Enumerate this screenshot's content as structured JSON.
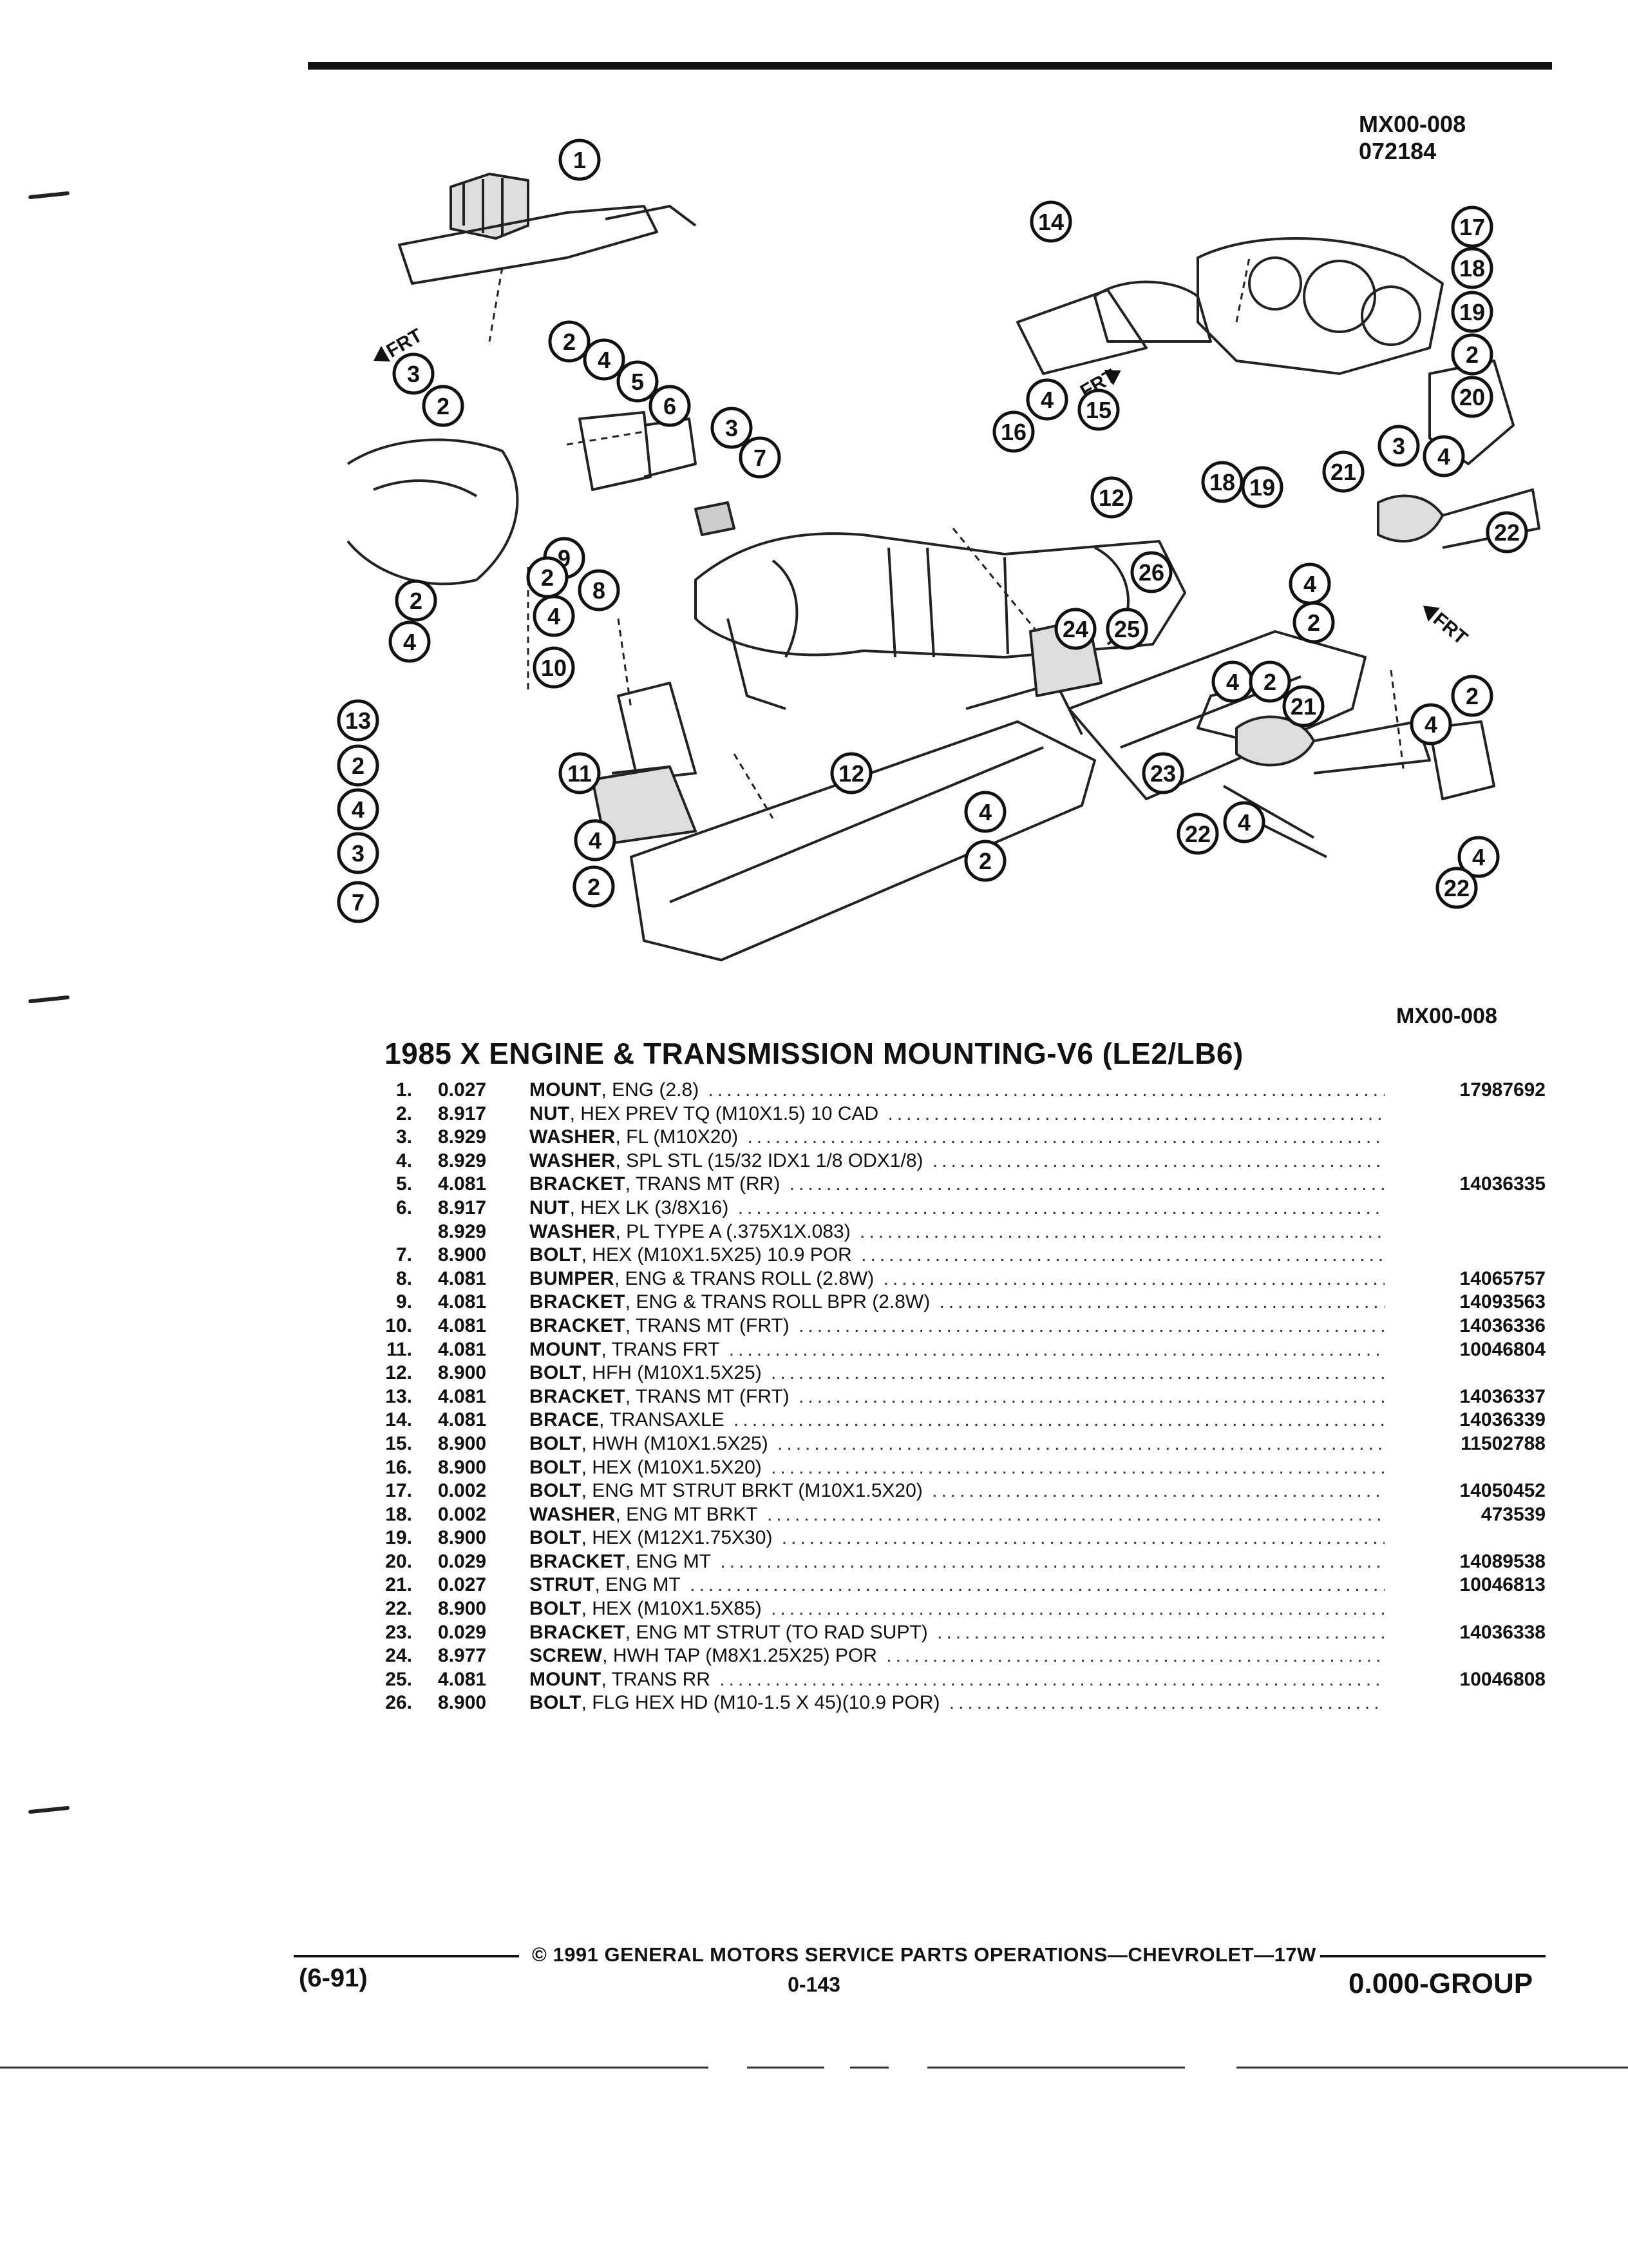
{
  "header": {
    "ref_code": "MX00-008",
    "ref_date": "072184"
  },
  "figure": {
    "caption_code": "MX00-008",
    "frt_label": "FRT",
    "callouts": [
      "1",
      "2",
      "3",
      "4",
      "5",
      "6",
      "7",
      "8",
      "9",
      "10",
      "11",
      "12",
      "13",
      "14",
      "15",
      "16",
      "17",
      "18",
      "19",
      "20",
      "21",
      "22",
      "23",
      "24",
      "25",
      "26"
    ]
  },
  "title": "1985 X ENGINE & TRANSMISSION MOUNTING-V6 (LE2/LB6)",
  "parts": [
    {
      "num": "1.",
      "code": "0.027",
      "name": "MOUNT",
      "spec": ", ENG (2.8)",
      "pn": "17987692"
    },
    {
      "num": "2.",
      "code": "8.917",
      "name": "NUT",
      "spec": ", HEX PREV TQ (M10X1.5) 10 CAD",
      "pn": ""
    },
    {
      "num": "3.",
      "code": "8.929",
      "name": "WASHER",
      "spec": ", FL (M10X20)",
      "pn": ""
    },
    {
      "num": "4.",
      "code": "8.929",
      "name": "WASHER",
      "spec": ", SPL STL (15/32 IDX1 1/8 ODX1/8)",
      "pn": ""
    },
    {
      "num": "5.",
      "code": "4.081",
      "name": "BRACKET",
      "spec": ", TRANS MT (RR)",
      "pn": "14036335"
    },
    {
      "num": "6.",
      "code": "8.917",
      "name": "NUT",
      "spec": ", HEX LK (3/8X16)",
      "pn": ""
    },
    {
      "num": "",
      "code": "8.929",
      "name": "WASHER",
      "spec": ", PL TYPE A (.375X1X.083)",
      "pn": ""
    },
    {
      "num": "7.",
      "code": "8.900",
      "name": "BOLT",
      "spec": ", HEX (M10X1.5X25) 10.9 POR",
      "pn": ""
    },
    {
      "num": "8.",
      "code": "4.081",
      "name": "BUMPER",
      "spec": ", ENG & TRANS ROLL (2.8W)",
      "pn": "14065757"
    },
    {
      "num": "9.",
      "code": "4.081",
      "name": "BRACKET",
      "spec": ", ENG & TRANS ROLL BPR (2.8W)",
      "pn": "14093563"
    },
    {
      "num": "10.",
      "code": "4.081",
      "name": "BRACKET",
      "spec": ", TRANS MT (FRT)",
      "pn": "14036336"
    },
    {
      "num": "11.",
      "code": "4.081",
      "name": "MOUNT",
      "spec": ", TRANS FRT",
      "pn": "10046804"
    },
    {
      "num": "12.",
      "code": "8.900",
      "name": "BOLT",
      "spec": ", HFH (M10X1.5X25)",
      "pn": ""
    },
    {
      "num": "13.",
      "code": "4.081",
      "name": "BRACKET",
      "spec": ", TRANS MT (FRT)",
      "pn": "14036337"
    },
    {
      "num": "14.",
      "code": "4.081",
      "name": "BRACE",
      "spec": ", TRANSAXLE",
      "pn": "14036339"
    },
    {
      "num": "15.",
      "code": "8.900",
      "name": "BOLT",
      "spec": ", HWH (M10X1.5X25)",
      "pn": "11502788"
    },
    {
      "num": "16.",
      "code": "8.900",
      "name": "BOLT",
      "spec": ", HEX (M10X1.5X20)",
      "pn": ""
    },
    {
      "num": "17.",
      "code": "0.002",
      "name": "BOLT",
      "spec": ", ENG MT STRUT BRKT (M10X1.5X20)",
      "pn": "14050452"
    },
    {
      "num": "18.",
      "code": "0.002",
      "name": "WASHER",
      "spec": ", ENG MT BRKT",
      "pn": "473539"
    },
    {
      "num": "19.",
      "code": "8.900",
      "name": "BOLT",
      "spec": ", HEX (M12X1.75X30)",
      "pn": ""
    },
    {
      "num": "20.",
      "code": "0.029",
      "name": "BRACKET",
      "spec": ", ENG MT",
      "pn": "14089538"
    },
    {
      "num": "21.",
      "code": "0.027",
      "name": "STRUT",
      "spec": ", ENG MT",
      "pn": "10046813"
    },
    {
      "num": "22.",
      "code": "8.900",
      "name": "BOLT",
      "spec": ", HEX (M10X1.5X85)",
      "pn": ""
    },
    {
      "num": "23.",
      "code": "0.029",
      "name": "BRACKET",
      "spec": ", ENG MT STRUT (TO RAD SUPT)",
      "pn": "14036338"
    },
    {
      "num": "24.",
      "code": "8.977",
      "name": "SCREW",
      "spec": ", HWH TAP (M8X1.25X25) POR",
      "pn": ""
    },
    {
      "num": "25.",
      "code": "4.081",
      "name": "MOUNT",
      "spec": ", TRANS RR",
      "pn": "10046808"
    },
    {
      "num": "26.",
      "code": "8.900",
      "name": "BOLT",
      "spec": ", FLG HEX HD (M10-1.5 X 45)(10.9 POR)",
      "pn": ""
    }
  ],
  "footer": {
    "copyright": "© 1991 GENERAL MOTORS SERVICE PARTS OPERATIONS—CHEVROLET—17W",
    "date": "(6-91)",
    "page": "0-143",
    "group": "0.000-GROUP"
  }
}
